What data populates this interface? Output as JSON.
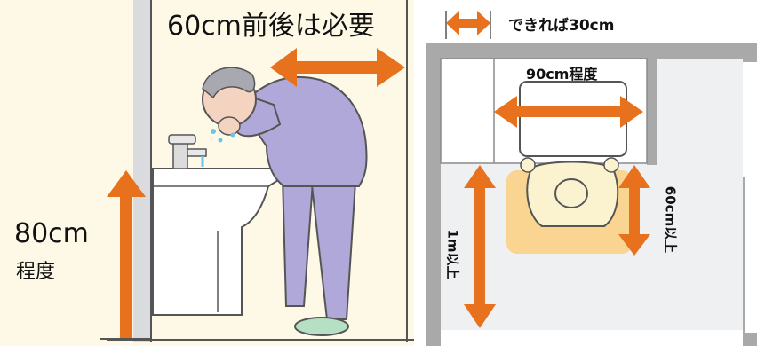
{
  "left": {
    "depth_label": "60cm前後は必要",
    "height_value": "80cm",
    "height_suffix": "程度"
  },
  "right": {
    "preferred_label": "できれば30cm",
    "counter_label": "90cm程度",
    "side_label": "60cm以上",
    "front_label": "1m以上"
  },
  "colors": {
    "arrow": "#e8711d",
    "wall": "#a9a9a9",
    "floor": "#eef0f1",
    "mat": "#f9d591",
    "bg_cream": "#fdf9e6",
    "clothes": "#b0a8d8"
  }
}
